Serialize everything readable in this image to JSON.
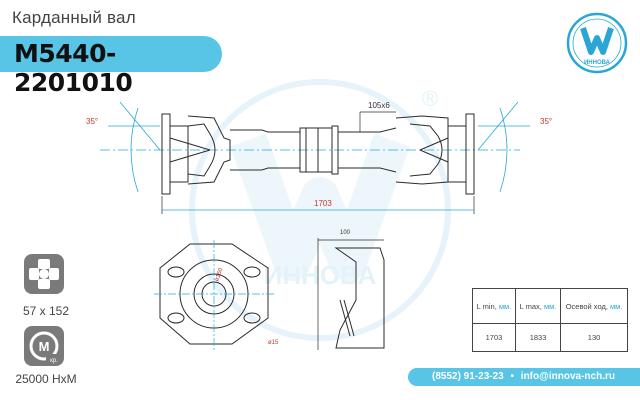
{
  "header": {
    "title": "Карданный вал",
    "part_number": "М5440-2201010"
  },
  "logo": {
    "text": "ИННОВА",
    "color": "#2aa6d6"
  },
  "drawing": {
    "angle_left": "35°",
    "angle_right": "35°",
    "spline": "105х6",
    "length": "1703",
    "flange_dim_1": "100",
    "flange_dim_2": "ø150",
    "flange_dim_3": "ø15"
  },
  "specs": {
    "cross": {
      "icon": "cross-icon",
      "value": "57 x 152"
    },
    "torque": {
      "icon": "torque-icon",
      "icon_text": "М",
      "icon_sub": "кр.",
      "value": "25000 НхМ"
    }
  },
  "table": {
    "headers": [
      {
        "label": "L min,",
        "unit": "мм."
      },
      {
        "label": "L max,",
        "unit": "мм."
      },
      {
        "label": "Осевой ход,",
        "unit": "мм."
      }
    ],
    "values": [
      "1703",
      "1833",
      "130"
    ]
  },
  "contacts": {
    "phone": "(8552) 91-23-23",
    "separator": "•",
    "email": "info@innova-nch.ru"
  },
  "colors": {
    "accent": "#58c4e6",
    "dimension": "#c0392b",
    "line": "#2b2b2b",
    "watermark": "#e3f2fa"
  }
}
